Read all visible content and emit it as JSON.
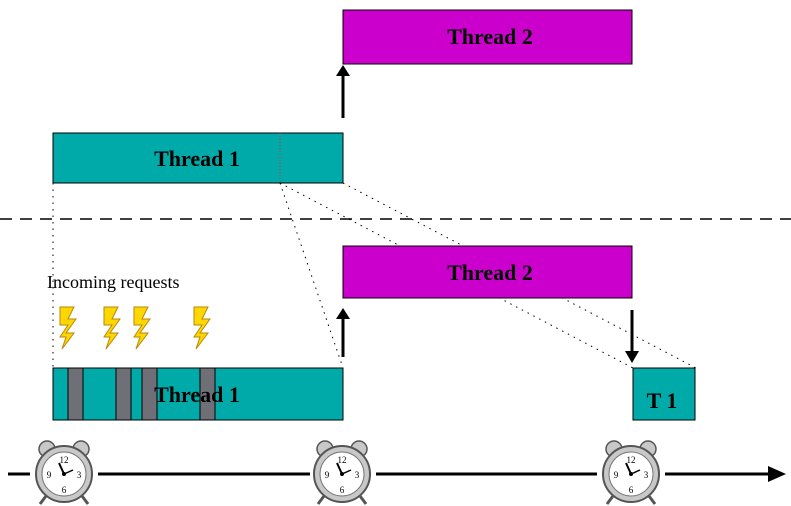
{
  "colors": {
    "thread1": "#00AAA8",
    "thread2": "#CC00CC",
    "slot": "#6F6F78",
    "bolt": "#FFD700",
    "clock_face": "#FFFFFF",
    "clock_body": "#C8C8C8"
  },
  "top": {
    "thread1_label": "Thread 1",
    "thread2_label": "Thread 2"
  },
  "bottom": {
    "incoming_requests_label": "Incoming requests",
    "thread1_label": "Thread 1",
    "thread2_label": "Thread 2",
    "t1_label": "T 1"
  },
  "clocks": [
    {
      "numbers": [
        "12",
        "3",
        "6",
        "9"
      ]
    },
    {
      "numbers": [
        "12",
        "3",
        "6",
        "9"
      ]
    },
    {
      "numbers": [
        "12",
        "3",
        "6",
        "9"
      ]
    }
  ],
  "icons": {
    "lightning": "lightning-bolt-icon",
    "clock": "alarm-clock-icon",
    "arrow": "arrow-icon"
  }
}
